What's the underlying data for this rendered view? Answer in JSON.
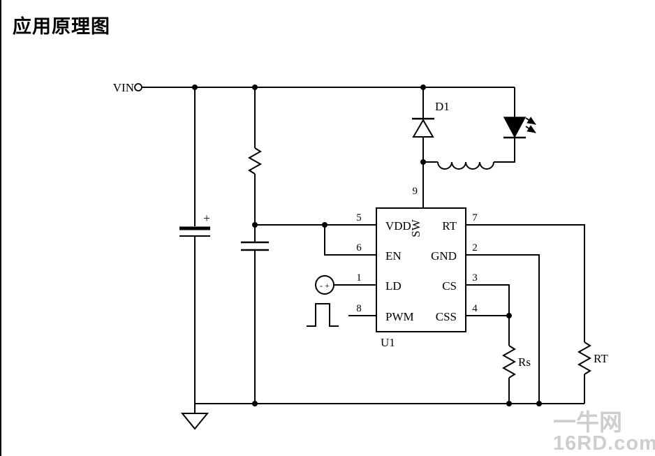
{
  "title": "应用原理图",
  "schematic": {
    "vin_label": "VIN",
    "diode_label": "D1",
    "ic_ref": "U1",
    "cap_plus": "+",
    "source_polarity": "- +",
    "pins": {
      "vdd": "VDD",
      "en": "EN",
      "ld": "LD",
      "pwm": "PWM",
      "sw": "SW",
      "rt": "RT",
      "gnd": "GND",
      "cs": "CS",
      "css": "CSS",
      "n5": "5",
      "n6": "6",
      "n1": "1",
      "n8": "8",
      "n9": "9",
      "n7": "7",
      "n2": "2",
      "n3": "3",
      "n4": "4"
    },
    "rs_label": "Rs",
    "rt_label": "RT"
  },
  "watermark": {
    "line1": "一牛网",
    "line2": "16RD.com"
  }
}
